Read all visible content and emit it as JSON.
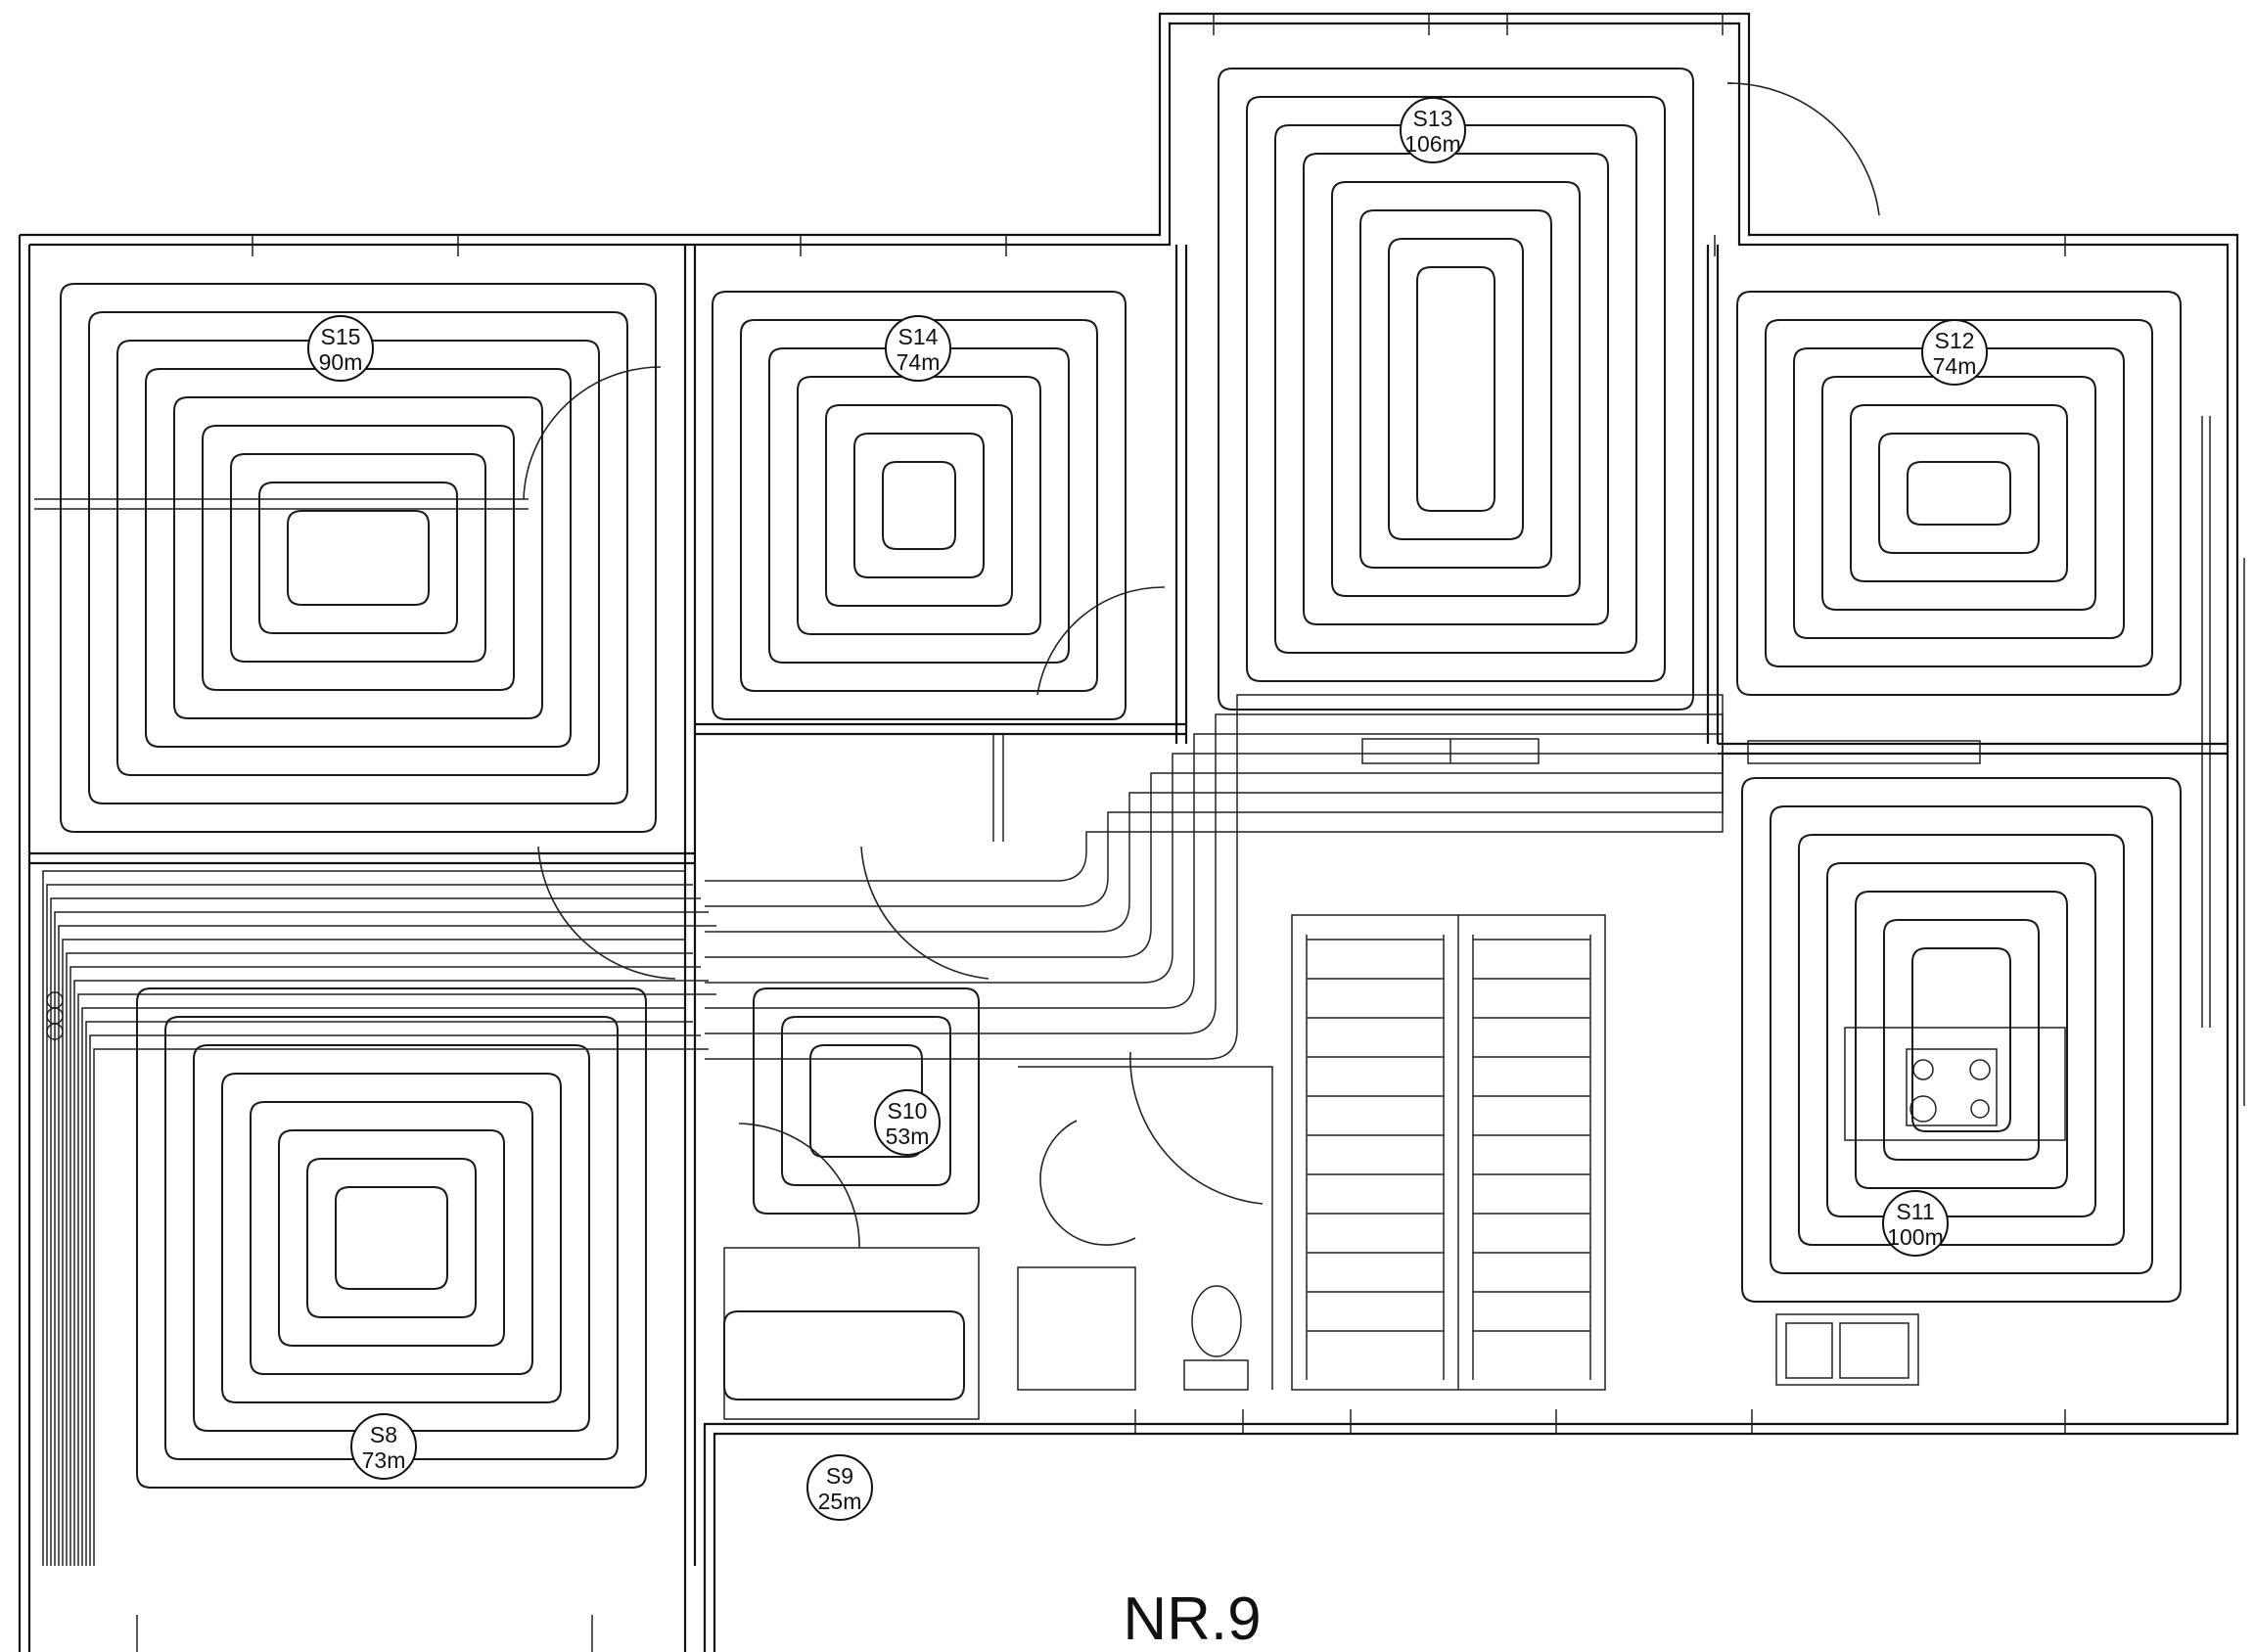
{
  "drawing_title": "NR.9",
  "circuits": [
    {
      "id": "S15",
      "length": "90m"
    },
    {
      "id": "S14",
      "length": "74m"
    },
    {
      "id": "S13",
      "length": "106m"
    },
    {
      "id": "S12",
      "length": "74m"
    },
    {
      "id": "S11",
      "length": "100m"
    },
    {
      "id": "S10",
      "length": "53m"
    },
    {
      "id": "S9",
      "length": "25m"
    },
    {
      "id": "S8",
      "length": "73m"
    }
  ]
}
